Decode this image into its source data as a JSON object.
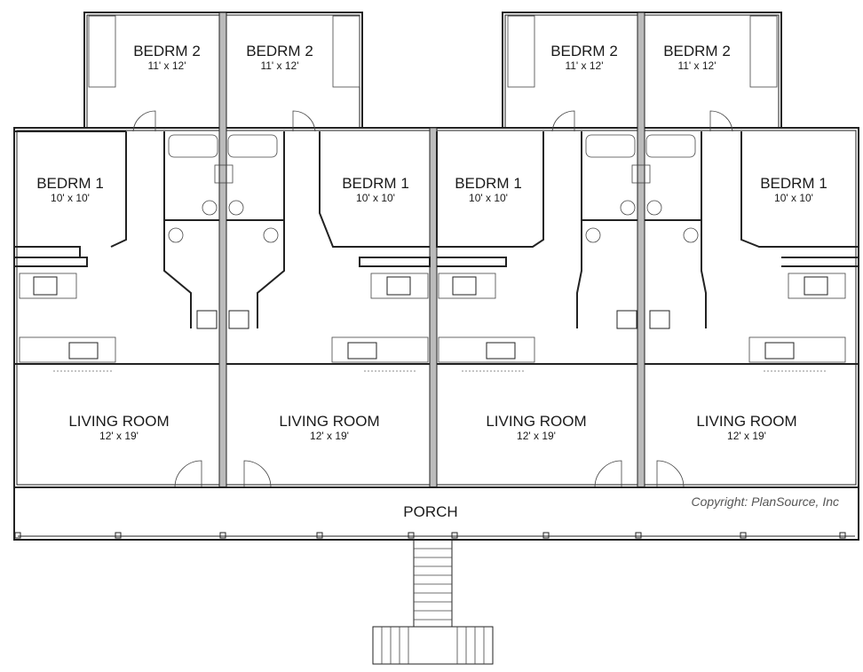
{
  "units": [
    {
      "bedroom2": {
        "name": "BEDRM 2",
        "size": "11' x 12'"
      },
      "bedroom1": {
        "name": "BEDRM 1",
        "size": "10' x 10'"
      },
      "living": {
        "name": "LIVING ROOM",
        "size": "12' x 19'"
      }
    },
    {
      "bedroom2": {
        "name": "BEDRM 2",
        "size": "11' x 12'"
      },
      "bedroom1": {
        "name": "BEDRM 1",
        "size": "10' x 10'"
      },
      "living": {
        "name": "LIVING ROOM",
        "size": "12' x 19'"
      }
    },
    {
      "bedroom2": {
        "name": "BEDRM 2",
        "size": "11' x 12'"
      },
      "bedroom1": {
        "name": "BEDRM 1",
        "size": "10' x 10'"
      },
      "living": {
        "name": "LIVING ROOM",
        "size": "12' x 19'"
      }
    },
    {
      "bedroom2": {
        "name": "BEDRM 2",
        "size": "11' x 12'"
      },
      "bedroom1": {
        "name": "BEDRM 1",
        "size": "10' x 10'"
      },
      "living": {
        "name": "LIVING ROOM",
        "size": "12' x 19'"
      }
    }
  ],
  "porch": {
    "name": "PORCH"
  },
  "copyright": "Copyright: PlanSource, Inc"
}
